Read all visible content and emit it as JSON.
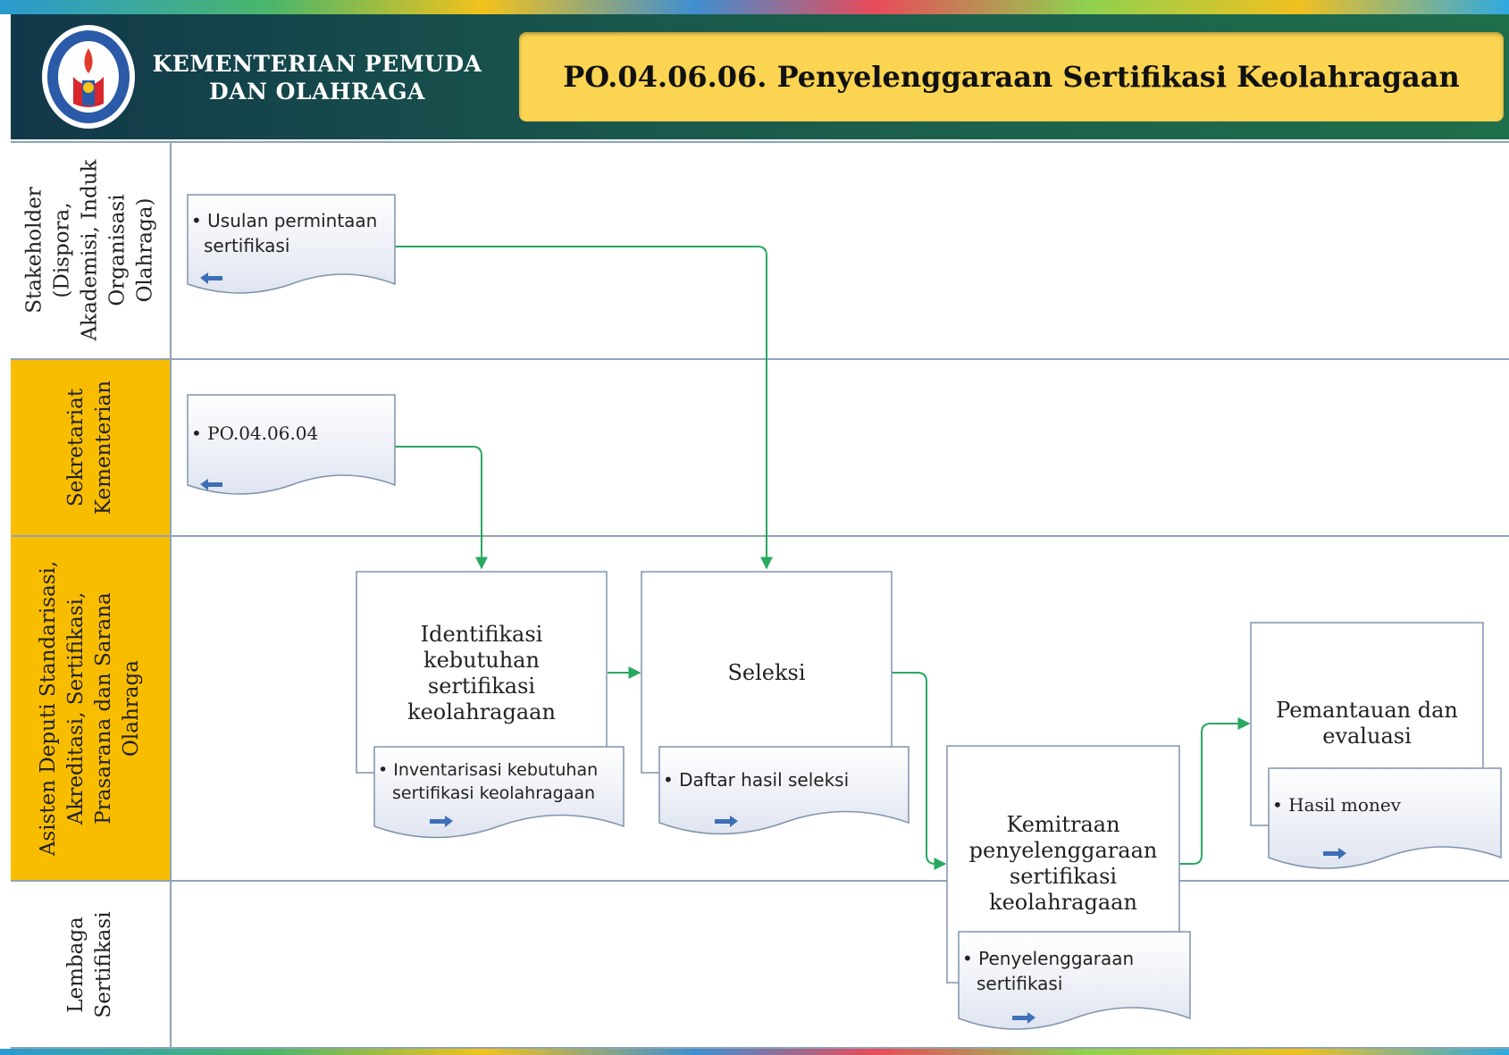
{
  "header": {
    "org_line1": "KEMENTERIAN PEMUDA",
    "org_line2": "DAN OLAHRAGA",
    "title": "PO.04.06.06.  Penyelenggaraan  Sertifikasi  Keolahragaan",
    "logo_icon": "kemenpora-emblem-icon"
  },
  "lanes": [
    {
      "lines": [
        "Stakeholder",
        "(Dispora,",
        "Akademisi, Induk",
        "Organisasi",
        "Olahraga)"
      ]
    },
    {
      "lines": [
        "Sekretariat",
        "Kementerian"
      ]
    },
    {
      "lines": [
        "Asisten Deputi Standarisasi,",
        "Akreditasi, Sertifikasi,",
        "Prasarana dan Sarana",
        "Olahraga"
      ]
    },
    {
      "lines": [
        "Lembaga",
        "Sertifikasi"
      ]
    }
  ],
  "inputs": [
    {
      "lines": [
        "• Usulan permintaan",
        "sertifikasi"
      ],
      "arrow": "arrow-left-icon"
    },
    {
      "lines": [
        "• PO.04.06.04"
      ],
      "arrow": "arrow-left-icon"
    }
  ],
  "processes": [
    {
      "lines": [
        "Identifikasi",
        "kebutuhan",
        "sertifikasi",
        "keolahragaan"
      ]
    },
    {
      "lines": [
        "Seleksi"
      ]
    },
    {
      "lines": [
        "Kemitraan",
        "penyelenggaraan",
        "sertifikasi",
        "keolahragaan"
      ]
    },
    {
      "lines": [
        "Pemantauan dan",
        "evaluasi"
      ]
    }
  ],
  "outputs": [
    {
      "lines": [
        "• Inventarisasi kebutuhan",
        "sertifikasi keolahragaan"
      ],
      "arrow": "arrow-right-icon"
    },
    {
      "lines": [
        "• Daftar hasil seleksi"
      ],
      "arrow": "arrow-right-icon"
    },
    {
      "lines": [
        "• Penyelenggaraan",
        "sertifikasi"
      ],
      "arrow": "arrow-right-icon"
    },
    {
      "lines": [
        "• Hasil monev"
      ],
      "arrow": "arrow-right-icon"
    }
  ],
  "colors": {
    "header_bg": "#1a5a4c",
    "title_bg": "#fbd451",
    "lane_highlight": "#f9bd00",
    "connector": "#2aa860",
    "doc_arrow": "#3d6fb6"
  }
}
